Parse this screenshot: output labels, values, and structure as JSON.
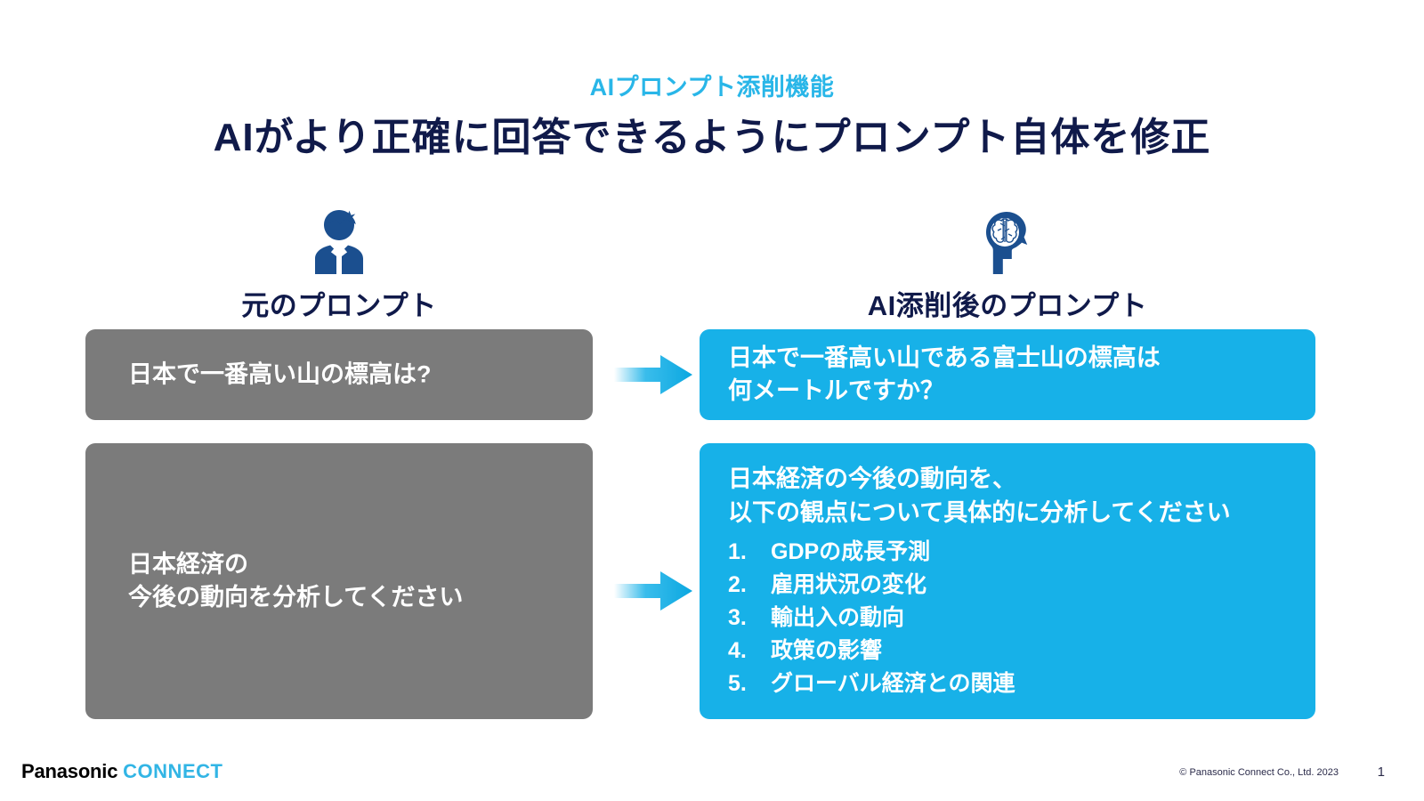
{
  "header": {
    "eyebrow": "AIプロンプト添削機能",
    "title": "AIがより正確に回答できるようにプロンプト自体を修正"
  },
  "columns": {
    "left": {
      "label": "元のプロンプト",
      "icon": "person-businessman-icon"
    },
    "right": {
      "label": "AI添削後のプロンプト",
      "icon": "head-with-brain-icon"
    }
  },
  "rows": [
    {
      "before": "日本で一番高い山の標高は?",
      "after": "日本で一番高い山である富士山の標高は\n何メートルですか？",
      "arrow": "arrow-right-icon"
    },
    {
      "before": "日本経済の\n今後の動向を分析してください",
      "after_heading": "日本経済の今後の動向を、\n以下の観点について具体的に分析してください",
      "after_list": [
        {
          "num": "1.",
          "text": "GDPの成長予測"
        },
        {
          "num": "2.",
          "text": "雇用状況の変化"
        },
        {
          "num": "3.",
          "text": "輸出入の動向"
        },
        {
          "num": "4.",
          "text": "政策の影響"
        },
        {
          "num": "5.",
          "text": "グローバル経済との関連"
        }
      ],
      "arrow": "arrow-right-icon"
    }
  ],
  "footer": {
    "logo_panasonic": "Panasonic",
    "logo_connect": "CONNECT",
    "copyright": "© Panasonic Connect Co., Ltd. 2023",
    "page_number": "1"
  },
  "colors": {
    "eyebrow": "#29b6e8",
    "title": "#101a4a",
    "gray_box": "#7b7b7b",
    "blue_box": "#17b1e8",
    "arrow": "#17b1e8",
    "icon_blue": "#1b4f8f",
    "logo_connect": "#32b5e5"
  }
}
